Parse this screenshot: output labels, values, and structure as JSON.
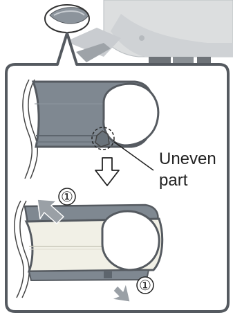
{
  "callout": {
    "line1": "Uneven",
    "line2": "part"
  },
  "steps": {
    "top_marker": "①",
    "bottom_marker": "①"
  },
  "colors": {
    "outline": "#555a60",
    "cover_dark": "#7f8891",
    "cover_light": "#f1f0e6",
    "arrow_gray": "#9aa0a6",
    "machine_gray": "#d7d9dc"
  }
}
